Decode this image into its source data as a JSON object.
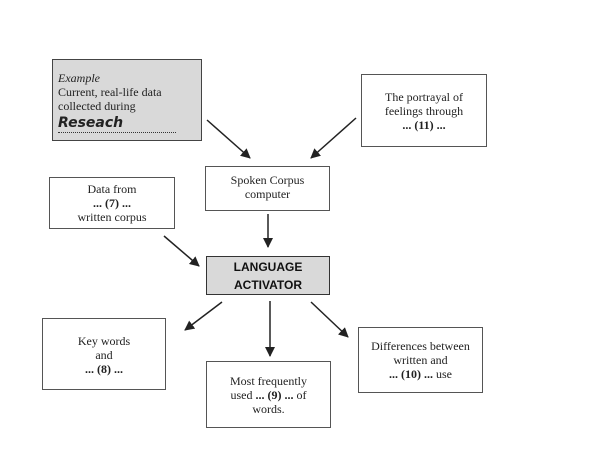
{
  "example_box": {
    "title": "Example",
    "line1": "Current, real-life data",
    "line2": "collected during",
    "word": "Reseach"
  },
  "portrayal_box": {
    "line1": "The portrayal of",
    "line2": "feelings through",
    "blank": "... (11) ..."
  },
  "spoken_box": {
    "line1": "Spoken Corpus",
    "line2": "computer"
  },
  "data_from_box": {
    "line1": "Data from",
    "blank": "... (7) ...",
    "line3": "written corpus"
  },
  "activator_box": {
    "line1": "LANGUAGE",
    "line2": "ACTIVATOR"
  },
  "keywords_box": {
    "line1": "Key words",
    "line2": "and",
    "blank": "... (8) ..."
  },
  "most_box": {
    "line1": "Most frequently",
    "line2_prefix": "used",
    "blank": "... (9) ...",
    "line2_suffix": "of",
    "line3": "words."
  },
  "differences_box": {
    "line1": "Differences between",
    "line2": "written and",
    "blank": "... (10) ...",
    "line3_suffix": "use"
  }
}
